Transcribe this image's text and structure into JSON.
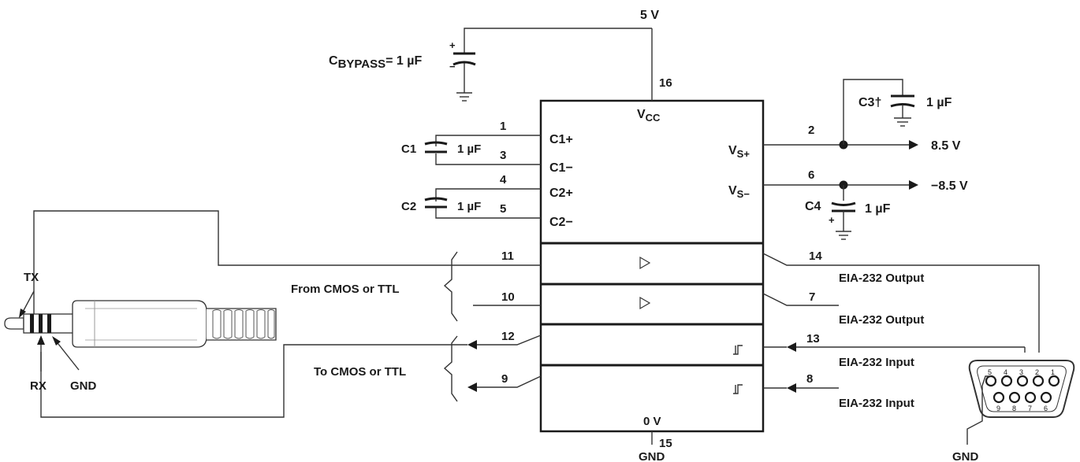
{
  "supply": {
    "vcc_rail": "5 V",
    "vcc_pin_label": "V",
    "vcc_pin_sub": "CC",
    "vcc_pin_no": "16",
    "gnd_pin_no": "15",
    "gnd_pin_label": "0 V",
    "gnd_bottom": "GND"
  },
  "bypass": {
    "prefix": "C",
    "sub": "BYPASS",
    "suffix": "= 1 µF",
    "plus": "+",
    "minus": "−"
  },
  "pump_caps": [
    {
      "name": "C1",
      "value": "1 µF",
      "pin_a_no": "1",
      "pin_b_no": "3",
      "pin_a": "C1+",
      "pin_b": "C1−"
    },
    {
      "name": "C2",
      "value": "1 µF",
      "pin_a_no": "4",
      "pin_b_no": "5",
      "pin_a": "C2+",
      "pin_b": "C2−"
    }
  ],
  "rails": {
    "vs_plus": {
      "label": "V",
      "sub": "S+",
      "pin": "2",
      "out": "8.5 V"
    },
    "vs_minus": {
      "label": "V",
      "sub": "S−",
      "pin": "6",
      "out": "−8.5 V"
    },
    "c3": {
      "name": "C3",
      "dagger": "†",
      "value": "1 µF"
    },
    "c4": {
      "name": "C4",
      "value": "1 µF",
      "plus": "+"
    }
  },
  "drivers": [
    {
      "in_pin": "11",
      "out_pin": "14",
      "out_label": "EIA-232 Output"
    },
    {
      "in_pin": "10",
      "out_pin": "7",
      "out_label": "EIA-232 Output"
    }
  ],
  "receivers": [
    {
      "out_pin": "12",
      "in_pin": "13",
      "in_label": "EIA-232 Input"
    },
    {
      "out_pin": "9",
      "in_pin": "8",
      "in_label": "EIA-232 Input"
    }
  ],
  "groups": {
    "from": "From CMOS or TTL",
    "to": "To CMOS or TTL"
  },
  "jack": {
    "tx": "TX",
    "rx": "RX",
    "gnd": "GND"
  },
  "db9": {
    "gnd": "GND",
    "pins_top": [
      "5",
      "4",
      "3",
      "2",
      "1"
    ],
    "pins_bottom": [
      "9",
      "8",
      "7",
      "6"
    ]
  }
}
